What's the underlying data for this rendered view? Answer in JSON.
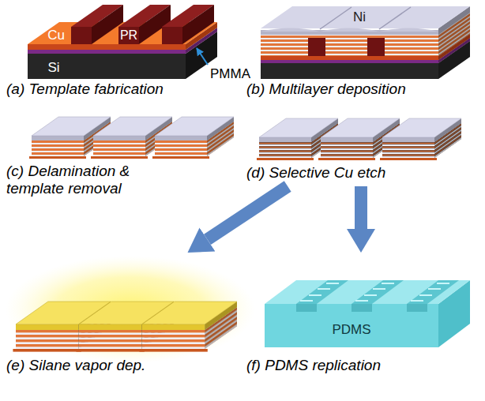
{
  "diagram": {
    "nodes": [
      {
        "text": [
          "(a) Template fabrication"
        ]
      },
      {
        "text": [
          "(b) Multilayer deposition"
        ]
      },
      {
        "text": [
          "(c) Delamination & template removal"
        ]
      },
      {
        "text": [
          "(d) Selective Cu etch"
        ]
      },
      {
        "text": [
          "(e) Silane vapor dep."
        ]
      },
      {
        "text": [
          "(f) PDMS replication"
        ]
      }
    ],
    "edges": [
      {
        "from": 3,
        "to": 4,
        "arrow": "to"
      },
      {
        "from": 3,
        "to": 5,
        "arrow": "to"
      }
    ],
    "labels": [
      "Cu",
      "PR",
      "Si",
      "PMMA",
      "Ni",
      "PDMS"
    ]
  }
}
